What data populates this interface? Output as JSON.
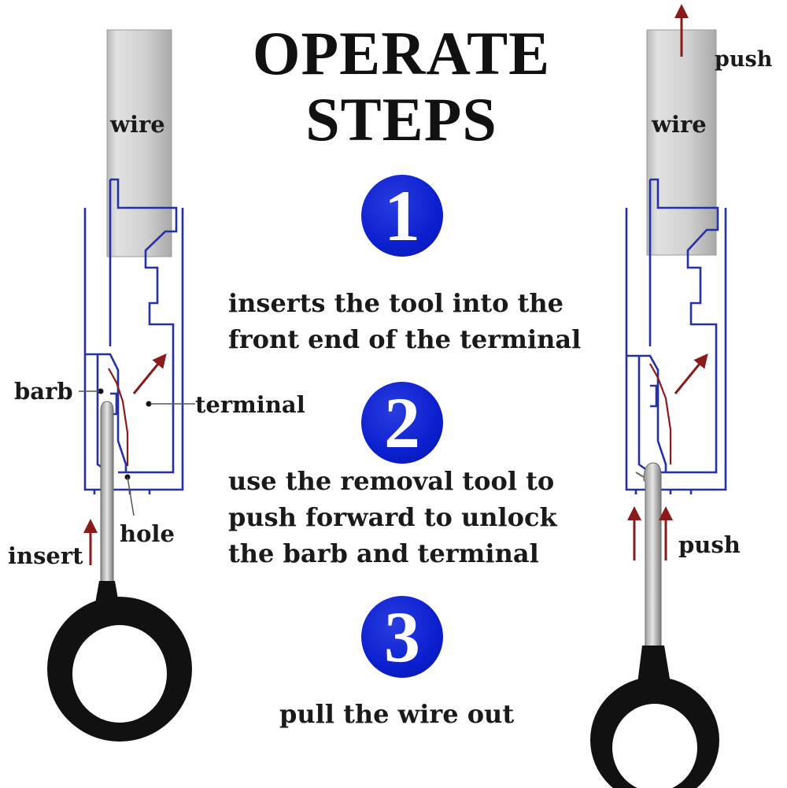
{
  "title": {
    "line1": "OPERATE",
    "line2": "STEPS"
  },
  "steps": [
    {
      "number": "1",
      "text_line1": "inserts the tool into the",
      "text_line2": "front end of the terminal"
    },
    {
      "number": "2",
      "text_line1": "use the removal tool to",
      "text_line2": "push forward to unlock",
      "text_line3": "the barb and terminal"
    },
    {
      "number": "3",
      "text_line1": "pull the wire out"
    }
  ],
  "left_diagram": {
    "wire": "wire",
    "barb": "barb",
    "terminal": "terminal",
    "hole": "hole",
    "insert": "insert"
  },
  "right_diagram": {
    "wire": "wire",
    "push_top": "push",
    "push_bottom": "push"
  },
  "colors": {
    "outline": "#2430a8",
    "arrow": "#8b1a1a",
    "badge": "#0b1fcf",
    "wire_fill": "#d4d4d4",
    "tool_handle": "#111111"
  }
}
